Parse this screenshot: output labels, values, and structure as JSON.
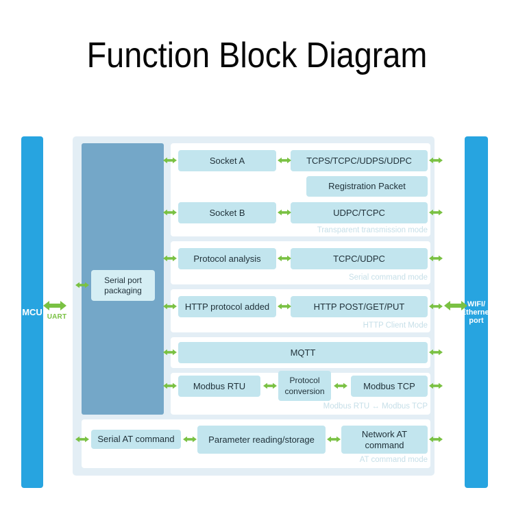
{
  "title": "Function Block Diagram",
  "colors": {
    "sidebar_blue": "#27a4e0",
    "panel_bg": "#e3eef5",
    "column_blue": "#74a7c8",
    "box_blue": "#c2e5ee",
    "arrow_green": "#7ac143",
    "caption_gray": "#c6dfe8",
    "title_black": "#050505"
  },
  "left_side": {
    "label": "MCU",
    "link_label": "UART"
  },
  "right_side": {
    "label": "WIFI/\nEthernet\nport",
    "line1": "WIFI/",
    "line2": "Ethernet",
    "line3": "port"
  },
  "column": {
    "box_label": "Serial port packaging"
  },
  "sections": [
    {
      "id": "transparent",
      "caption": "Transparent transmission mode",
      "rows": [
        {
          "left": "Socket A",
          "right": "TCPS/TCPC/UDPS/UDPC"
        },
        {
          "right": "Registration Packet"
        },
        {
          "left": "Socket B",
          "right": "UDPC/TCPC"
        }
      ]
    },
    {
      "id": "serial",
      "caption": "Serial command mode",
      "rows": [
        {
          "left": "Protocol analysis",
          "right": "TCPC/UDPC"
        }
      ]
    },
    {
      "id": "http",
      "caption": "HTTP Client Mode",
      "rows": [
        {
          "left": "HTTP protocol added",
          "right": "HTTP POST/GET/PUT"
        }
      ]
    },
    {
      "id": "mqtt",
      "caption": "",
      "rows": [
        {
          "full": "MQTT"
        }
      ]
    },
    {
      "id": "modbus",
      "caption": "Modbus RTU ↔ Modbus TCP",
      "rows": [
        {
          "left": "Modbus RTU",
          "middle": "Protocol conversion",
          "right": "Modbus TCP"
        }
      ]
    },
    {
      "id": "at",
      "caption": "AT command mode",
      "rows": [
        {
          "left": "Serial AT command",
          "middle": "Parameter reading/storage",
          "right": "Network AT command"
        }
      ]
    }
  ]
}
